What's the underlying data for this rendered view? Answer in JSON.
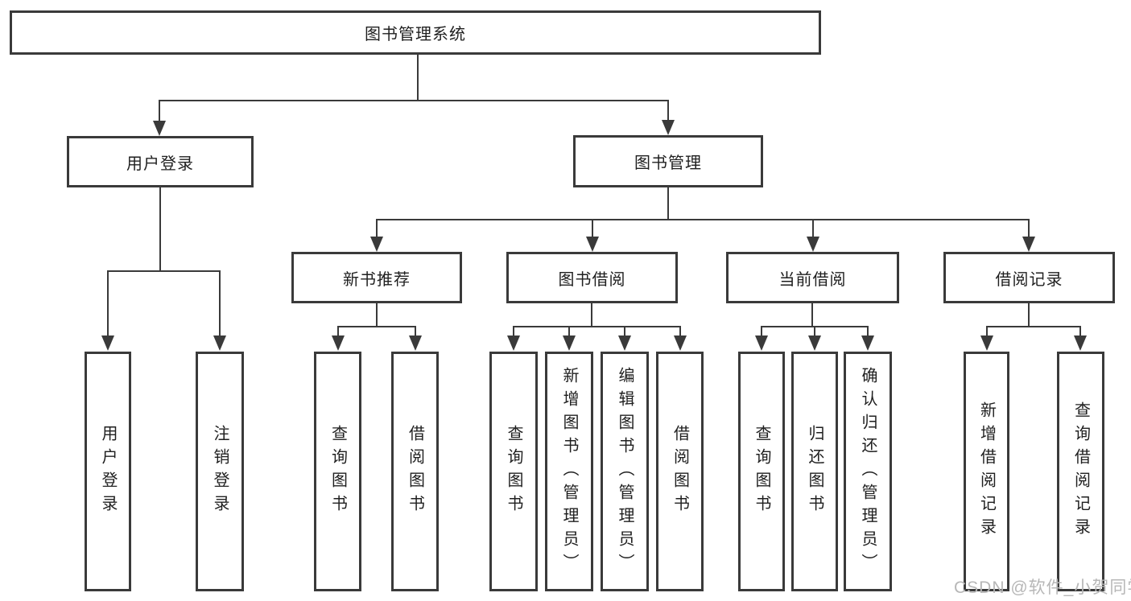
{
  "watermark": "CSDN @软件_小贺同学",
  "colors": {
    "line": "#3a3a3a",
    "box_border": "#3a3a3a",
    "text": "#1f1f1f",
    "watermark": "#b7b7b7",
    "background": "#ffffff"
  },
  "tree": {
    "label": "图书管理系统",
    "children": [
      {
        "label": "用户登录",
        "children": [
          {
            "label": "用户登录"
          },
          {
            "label": "注销登录"
          }
        ]
      },
      {
        "label": "图书管理",
        "children": [
          {
            "label": "新书推荐",
            "children": [
              {
                "label": "查询图书"
              },
              {
                "label": "借阅图书"
              }
            ]
          },
          {
            "label": "图书借阅",
            "children": [
              {
                "label": "查询图书"
              },
              {
                "label": "新增图书（管理员）"
              },
              {
                "label": "编辑图书（管理员）"
              },
              {
                "label": "借阅图书"
              }
            ]
          },
          {
            "label": "当前借阅",
            "children": [
              {
                "label": "查询图书"
              },
              {
                "label": "归还图书"
              },
              {
                "label": "确认归还（管理员）"
              }
            ]
          },
          {
            "label": "借阅记录",
            "children": [
              {
                "label": "新增借阅记录"
              },
              {
                "label": "查询借阅记录"
              }
            ]
          }
        ]
      }
    ]
  }
}
